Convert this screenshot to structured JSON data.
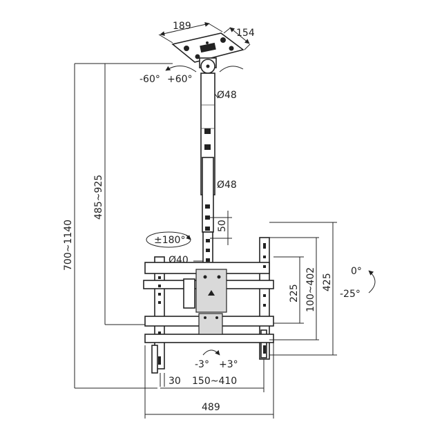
{
  "labels": {
    "plate_width": "189",
    "plate_depth": "154",
    "swivel_neg": "-60°",
    "swivel_pos": "+60°",
    "pole_upper_diameter": "Ø48",
    "pole_lower_diameter": "Ø48",
    "height_range_outer": "700~1140",
    "height_range_inner": "485~925",
    "hole_spacing": "50",
    "rotation": "±180°",
    "inner_diameter": "Ø40",
    "tilt_top": "0°",
    "tilt_bottom": "-25°",
    "vesa_vertical_inner": "225",
    "vesa_vertical_range": "100~402",
    "frame_height": "425",
    "level_neg": "-3°",
    "level_pos": "+3°",
    "side_offset": "30",
    "vesa_horizontal_range": "150~410",
    "frame_width": "489"
  }
}
